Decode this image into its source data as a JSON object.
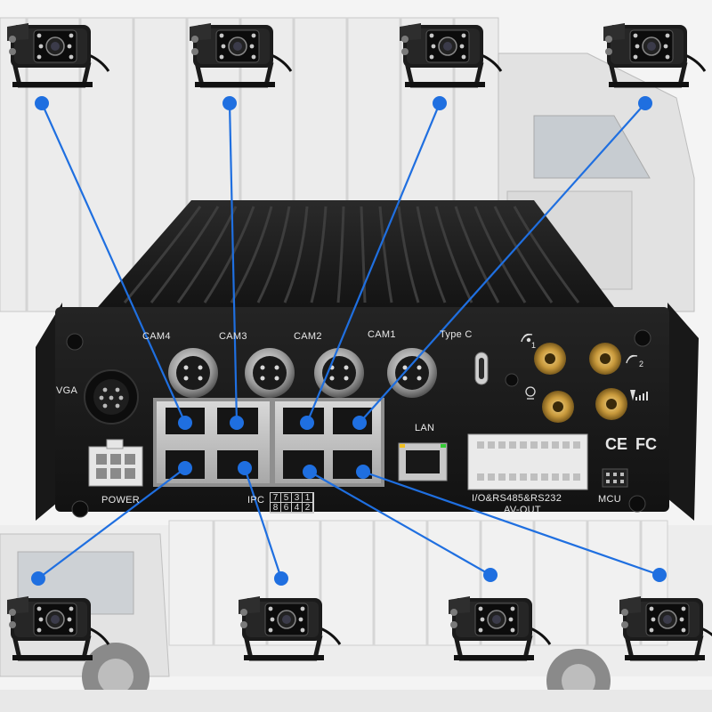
{
  "device": {
    "port_labels": {
      "cam4": "CAM4",
      "cam3": "CAM3",
      "cam2": "CAM2",
      "cam1": "CAM1",
      "type_c": "Type C",
      "vga": "VGA",
      "lan": "LAN",
      "power": "POWER",
      "ipc": "IPC",
      "io": "I/O&RS485&RS232",
      "av_out": "AV-OUT",
      "mcu": "MCU",
      "wifi_1": "1",
      "wifi_2": "2"
    },
    "ipc_numbers": [
      "7",
      "5",
      "3",
      "1",
      "8",
      "6",
      "4",
      "2"
    ],
    "certifications": {
      "ce": "CE",
      "fcc": "FC"
    }
  },
  "colors": {
    "connector_line": "#1f6fe0",
    "dvr_body": "#1c1c1c",
    "truck_body": "#e9e9e9"
  },
  "icons": [
    "camera-icon",
    "wifi-icon",
    "signal-icon",
    "gps-icon"
  ]
}
